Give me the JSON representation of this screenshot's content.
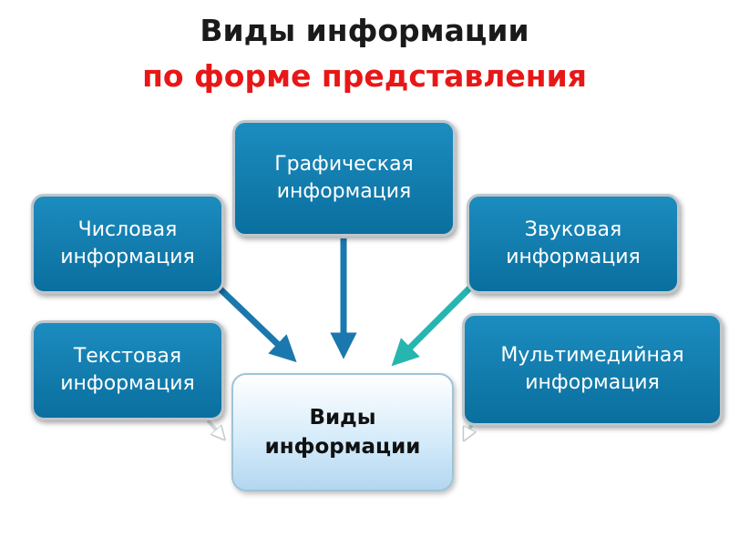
{
  "title": {
    "line1": "Виды информации",
    "line2": "по форме представления"
  },
  "center": {
    "line1": "Виды",
    "line2": "информации"
  },
  "boxes": {
    "numeric": {
      "line1": "Числовая",
      "line2": "информация"
    },
    "graphic": {
      "line1": "Графическая",
      "line2": "информация"
    },
    "sound": {
      "line1": "Звуковая",
      "line2": "информация"
    },
    "text": {
      "line1": "Текстовая",
      "line2": "информация"
    },
    "multimedia": {
      "line1": "Мультимедийная",
      "line2": "информация"
    }
  },
  "colors": {
    "title_main": "#1a1a1a",
    "title_accent": "#e81717",
    "box_fill": "#1282b5",
    "arrow_dark": "#1b78ae",
    "arrow_teal": "#27b5b0"
  }
}
